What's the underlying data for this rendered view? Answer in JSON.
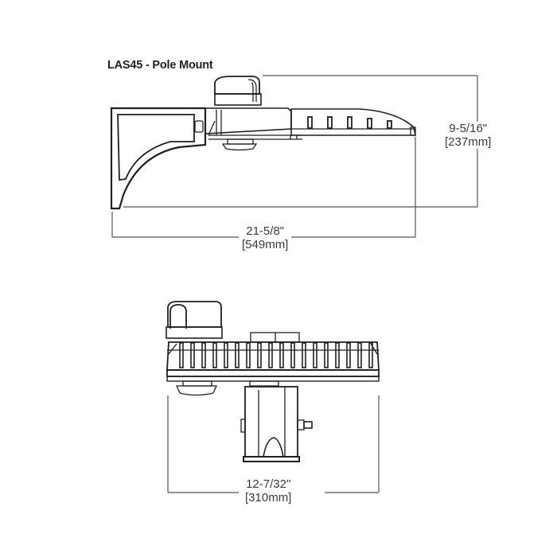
{
  "title": "LAS45 - Pole Mount",
  "side_view": {
    "height_dimension": {
      "imperial": "9-5/16\"",
      "metric": "[237mm]"
    },
    "length_dimension": {
      "imperial": "21-5/8\"",
      "metric": "[549mm]"
    }
  },
  "front_view": {
    "width_dimension": {
      "imperial": "12-7/32\"",
      "metric": "[310mm]"
    }
  },
  "colors": {
    "line": "#231f20",
    "dimension_line": "#555555",
    "fill": "#ffffff"
  }
}
